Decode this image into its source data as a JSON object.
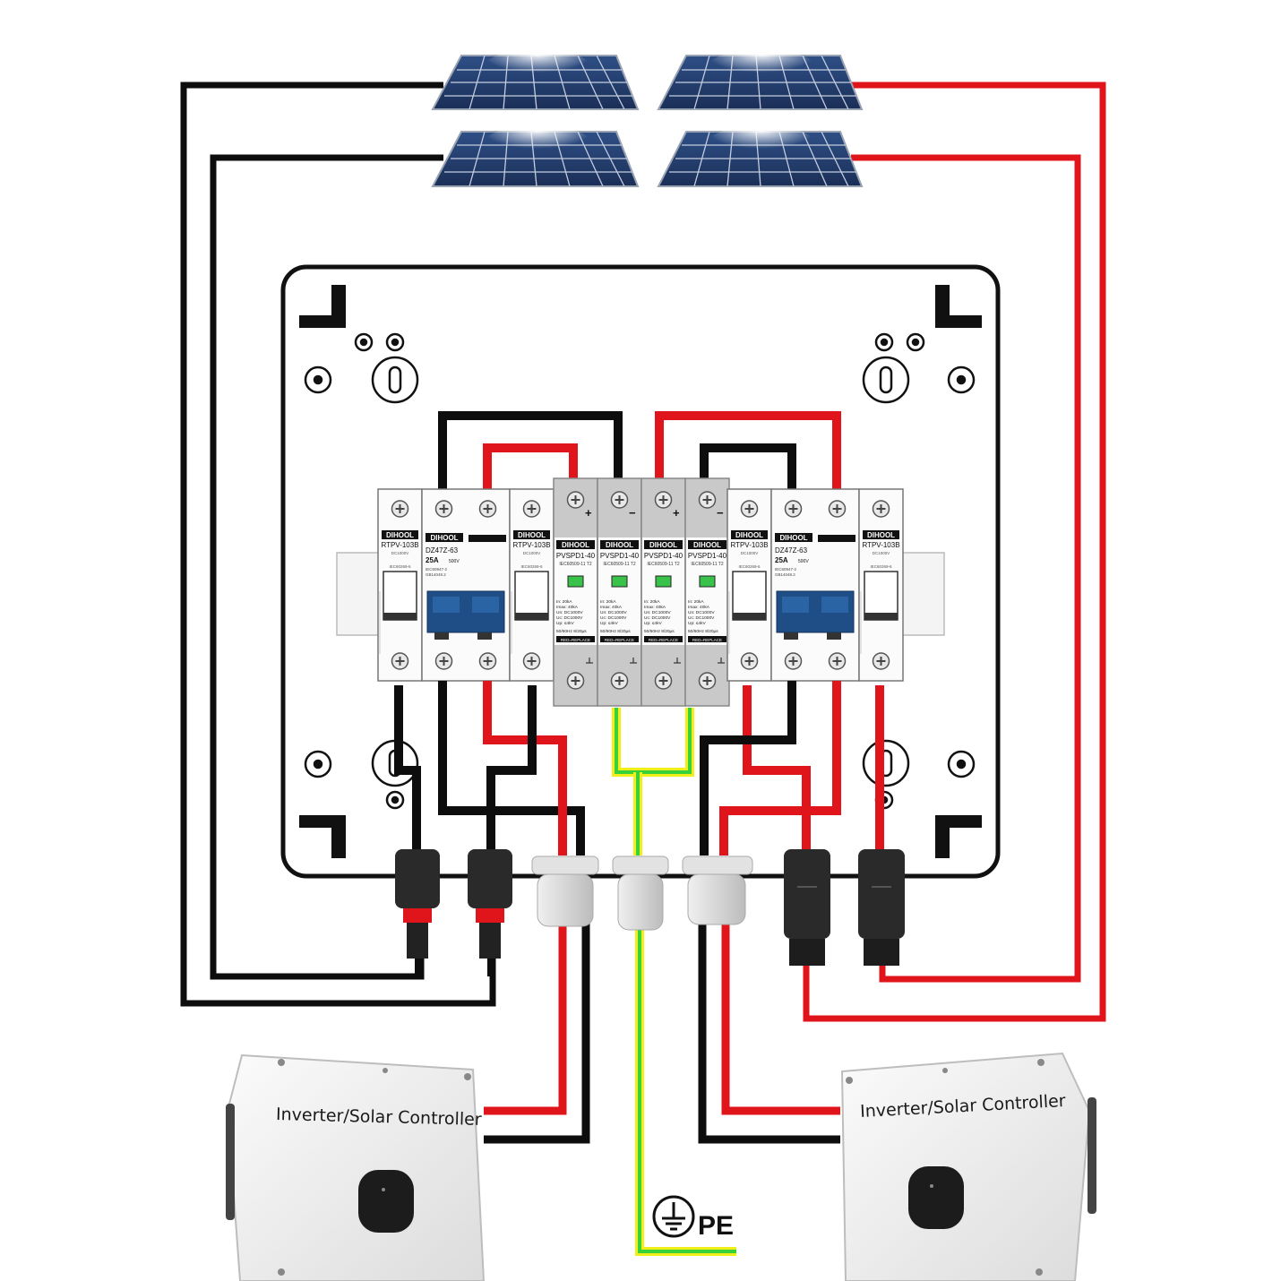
{
  "colors": {
    "positive_wire": "#e0141b",
    "negative_wire": "#0d0d0d",
    "earth_wire_outer": "#f2ee1a",
    "earth_wire_inner": "#39d13a",
    "enclosure": "#ffffff",
    "spd_body": "#c9c9c9",
    "breaker_handle": "#1f4e86"
  },
  "spd_modules": [
    {
      "brand": "DIHOOL",
      "model": "PVSPD1-40",
      "standard": "IEC60509-11 T2",
      "terminal": "+",
      "specs": [
        "In: 20kA",
        "Imax: 40kA",
        "Un: DC1000V",
        "Uc: DC1000V",
        "Up: ≤4kV"
      ],
      "freq": "50/60Hz 8/20µs",
      "replace": "RED=REPLACE"
    },
    {
      "brand": "DIHOOL",
      "model": "PVSPD1-40",
      "standard": "IEC60509-11 T2",
      "terminal": "−",
      "specs": [
        "In: 20kA",
        "Imax: 40kA",
        "Un: DC1000V",
        "Uc: DC1000V",
        "Up: ≤4kV"
      ],
      "freq": "50/60Hz 8/20µs",
      "replace": "RED=REPLACE"
    },
    {
      "brand": "DIHOOL",
      "model": "PVSPD1-40",
      "standard": "IEC60509-11 T2",
      "terminal": "+",
      "specs": [
        "In: 20kA",
        "Imax: 40kA",
        "Un: DC1000V",
        "Uc: DC1000V",
        "Up: ≤4kV"
      ],
      "freq": "50/60Hz 8/20µs",
      "replace": "RED=REPLACE"
    },
    {
      "brand": "DIHOOL",
      "model": "PVSPD1-40",
      "standard": "IEC60509-11 T2",
      "terminal": "−",
      "specs": [
        "In: 20kA",
        "Imax: 40kA",
        "Un: DC1000V",
        "Uc: DC1000V",
        "Up: ≤4kV"
      ],
      "freq": "50/60Hz 8/20µs",
      "replace": "RED=REPLACE"
    }
  ],
  "fuse_holders": [
    {
      "brand": "DIHOOL",
      "model": "RTPV-103B",
      "rating": "DC1000V",
      "standard": "IEC60269-6"
    },
    {
      "brand": "DIHOOL",
      "model": "RTPV-103B",
      "rating": "DC1000V",
      "standard": "IEC60269-6"
    },
    {
      "brand": "DIHOOL",
      "model": "RTPV-103B",
      "rating": "DC1000V",
      "standard": "IEC60269-6"
    },
    {
      "brand": "DIHOOL",
      "model": "RTPV-103B",
      "rating": "DC1000V",
      "standard": "IEC60269-6"
    }
  ],
  "breakers": [
    {
      "brand": "DIHOOL",
      "model": "DZ47Z-63",
      "current": "25A",
      "voltage": "500V",
      "standard": "IEC60947-2",
      "standard2": "GB14048.2"
    },
    {
      "brand": "DIHOOL",
      "model": "DZ47Z-63",
      "current": "25A",
      "voltage": "500V",
      "standard": "IEC60947-2",
      "standard2": "GB14048.2"
    }
  ],
  "inverters": [
    {
      "label": "Inverter/Solar Controller"
    },
    {
      "label": "Inverter/Solar Controller"
    }
  ],
  "earth": {
    "label": "PE"
  }
}
